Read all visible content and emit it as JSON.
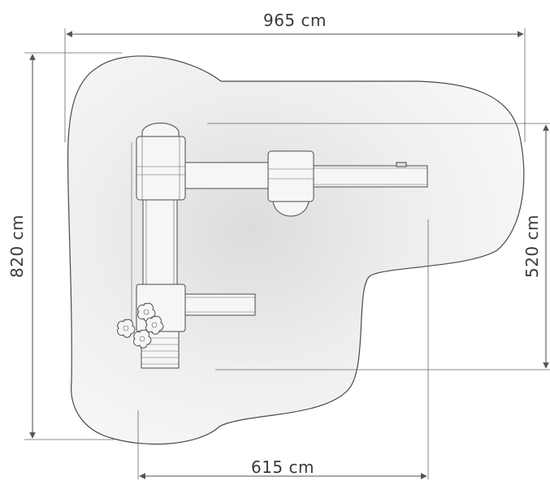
{
  "dimensions": {
    "top_width": "965 cm",
    "left_height": "820 cm",
    "right_height": "520 cm",
    "bottom_width": "615 cm"
  },
  "colors": {
    "safety_zone_fill": "#efefef",
    "outline": "#4a4a4a",
    "equipment_fill": "#f6f6f6"
  }
}
